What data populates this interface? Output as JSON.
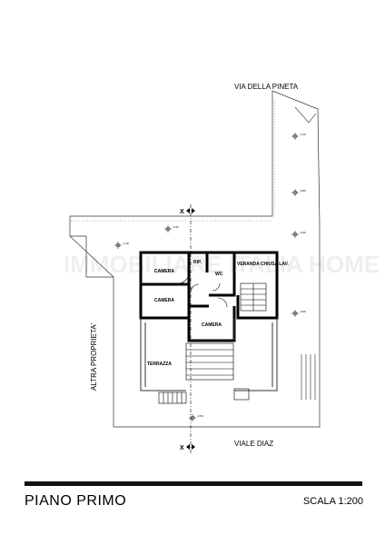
{
  "streets": {
    "north": "VIA DELLA PINETA",
    "south": "VIALE DIAZ",
    "west": "ALTRA PROPRIETA'"
  },
  "rooms": {
    "camera_1": "CAMERA",
    "camera_2": "CAMERA",
    "camera_3": "CAMERA",
    "rip": "RIP.",
    "wc": "WC",
    "veranda": "VERANDA CHIUSA LAV.",
    "terrazza": "TERRAZZA"
  },
  "section_markers": {
    "top": "X",
    "bottom": "X"
  },
  "spot_levels": [
    "-1.00",
    "-0.80",
    "-0.60",
    "-1.20",
    "-0.60",
    "-0.50",
    "-0.50"
  ],
  "watermark": "IMMOBILIARE ITALIA HOME",
  "footer": {
    "title": "PIANO PRIMO",
    "scale": "SCALA 1:200"
  }
}
